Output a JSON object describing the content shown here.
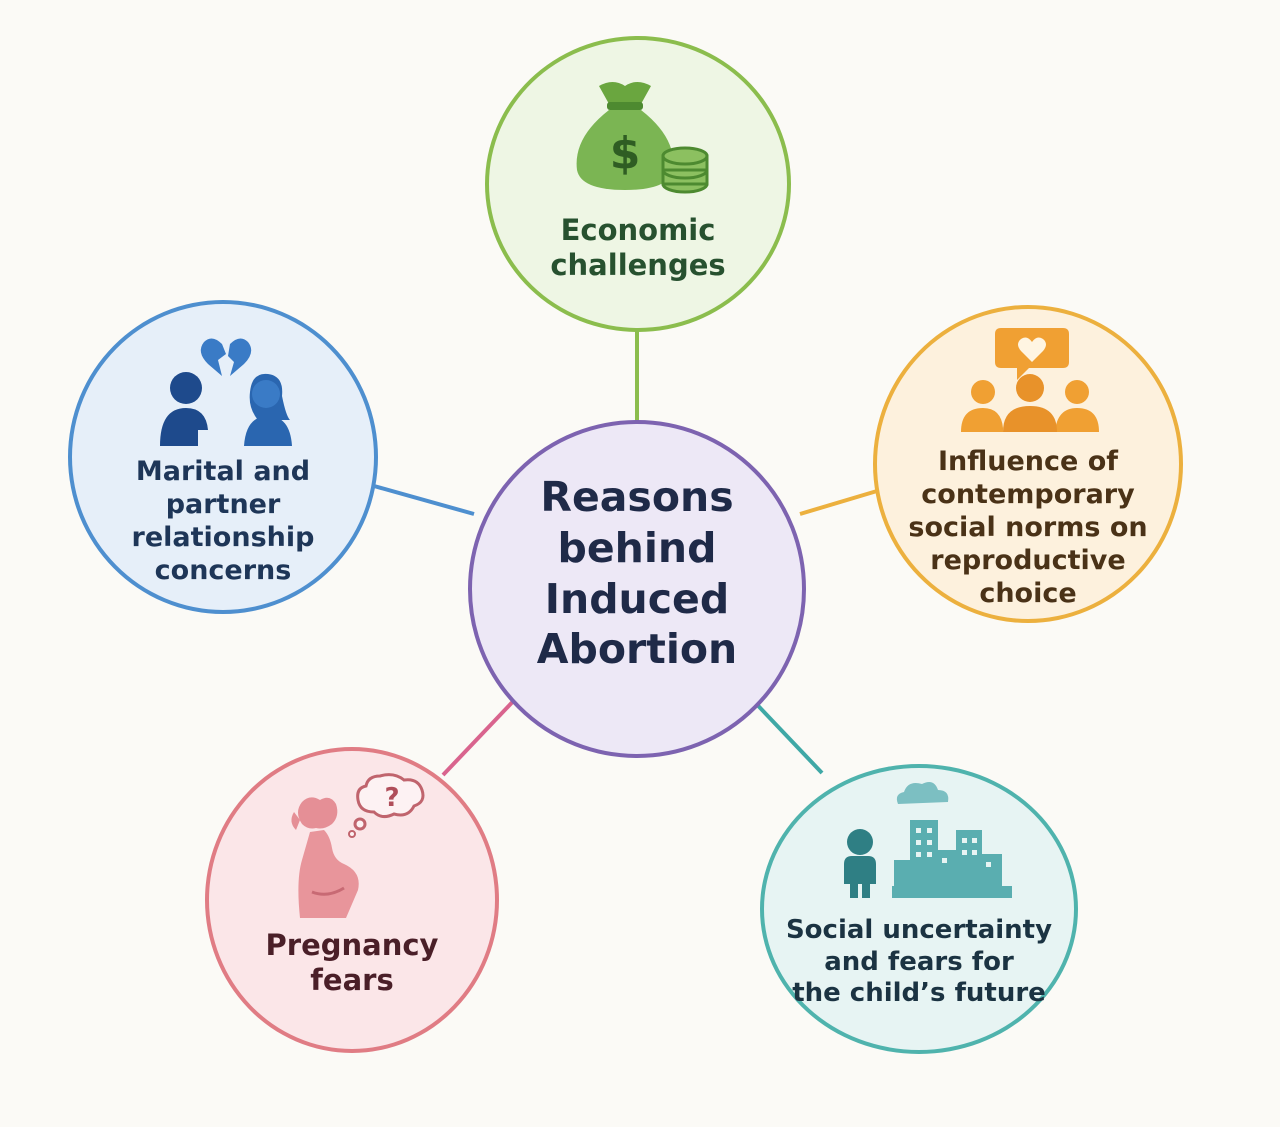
{
  "center": {
    "title": "Reasons behind\nInduced\nAbortion"
  },
  "nodes": {
    "economic": {
      "label": "Economic\nchallenges",
      "icon": "money-bag-icon",
      "color": "#8bbd4d"
    },
    "marital": {
      "label": "Marital and\npartner\nrelationship\nconcerns",
      "icon": "broken-heart-couple-icon",
      "color": "#4e8fcf"
    },
    "norms": {
      "label": "Influence of\ncontemporary\nsocial norms on\nreproductive\nchoice",
      "icon": "group-heart-speech-icon",
      "color": "#ecb03e"
    },
    "pregnancy": {
      "label": "Pregnancy\nfears",
      "icon": "pregnant-woman-question-icon",
      "color": "#e07c84"
    },
    "social": {
      "label": "Social uncertainty\nand fears for\nthe child’s future",
      "icon": "child-city-icon",
      "color": "#4fb3ad"
    }
  },
  "colors": {
    "center": "#7d63b0",
    "background": "#fbfaf6"
  }
}
